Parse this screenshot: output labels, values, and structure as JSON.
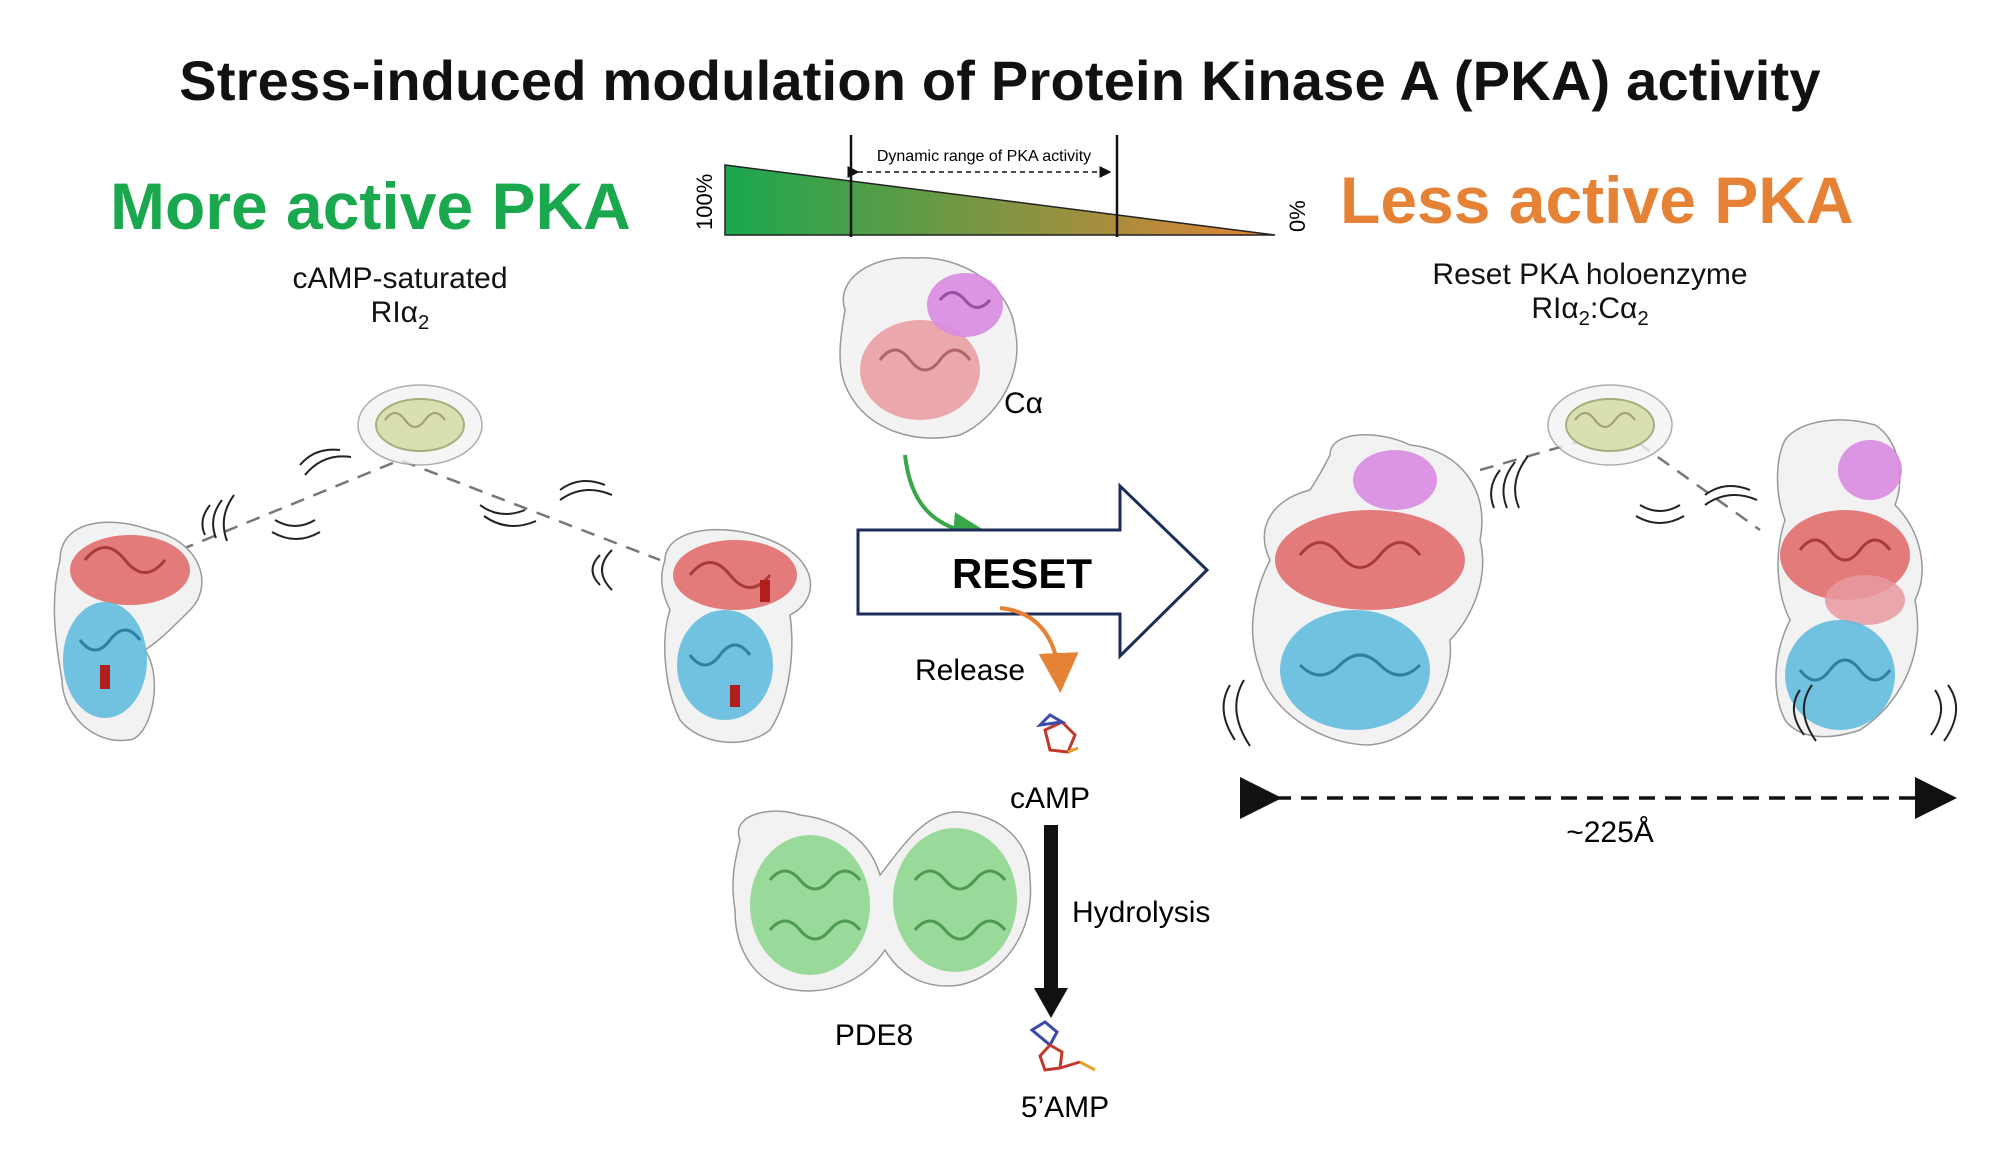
{
  "title": "Stress-induced modulation of Protein Kinase A (PKA) activity",
  "left": {
    "heading": "More active PKA",
    "heading_color": "#1aa84f",
    "label_line1": "cAMP-saturated",
    "label_line2_main": "RIα",
    "label_line2_sub": "2"
  },
  "right": {
    "heading": "Less active PKA",
    "heading_color": "#e58235",
    "label_line1": "Reset PKA holoenzyme",
    "label_line2_a": "RIα",
    "label_line2_sub1": "2",
    "label_line2_b": ":Cα",
    "label_line2_sub2": "2",
    "distance_label": "~225Å"
  },
  "gradient": {
    "top_label": "100%",
    "bottom_label": "0%",
    "range_label": "Dynamic range of PKA activity",
    "color_start": "#1aa84f",
    "color_end": "#e58235"
  },
  "center": {
    "catalytic_label": "Cα",
    "reset_label": "RESET",
    "release_label": "Release",
    "camp_label": "cAMP",
    "hydrolysis_label": "Hydrolysis",
    "pde_label": "PDE8",
    "amp_label": "5’AMP"
  },
  "colors": {
    "regulatory_red": "#e06666",
    "regulatory_blue": "#5bb8dd",
    "catalytic_pink": "#e79aa0",
    "catalytic_violet": "#d88be0",
    "linker_yellow": "#d9dfb0",
    "pde_green": "#8fd68f",
    "arrow_outline": "#1c2e57"
  }
}
